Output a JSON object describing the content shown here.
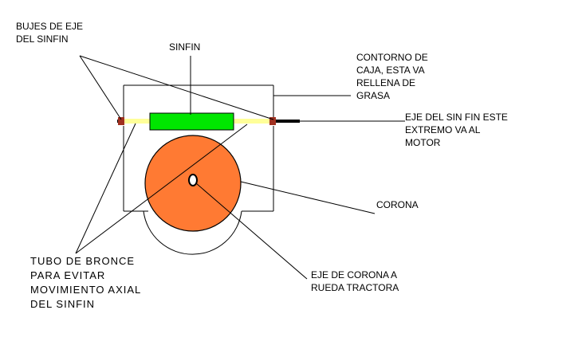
{
  "labels": {
    "bujes": [
      "BUJES DE EJE",
      "DEL SINFIN"
    ],
    "sinfin": [
      "SINFIN"
    ],
    "contorno": [
      "CONTORNO DE",
      "CAJA, ESTA VA",
      "RELLENA DE",
      "GRASA"
    ],
    "eje_sinfin": [
      "EJE DEL SIN FIN ESTE",
      "EXTREMO VA AL",
      "MOTOR"
    ],
    "corona": [
      "CORONA"
    ],
    "tubo": [
      "TUBO DE BRONCE",
      "PARA EVITAR",
      "MOVIMIENTO AXIAL",
      "DEL SINFIN"
    ],
    "eje_corona": [
      "EJE DE CORONA A",
      "RUEDA TRACTORA"
    ]
  },
  "colors": {
    "worm": "#00e600",
    "gear": "#ff7a33",
    "tube": "#ffff99",
    "bushing": "#a03020",
    "shaft": "#000000",
    "outline": "#000000"
  }
}
